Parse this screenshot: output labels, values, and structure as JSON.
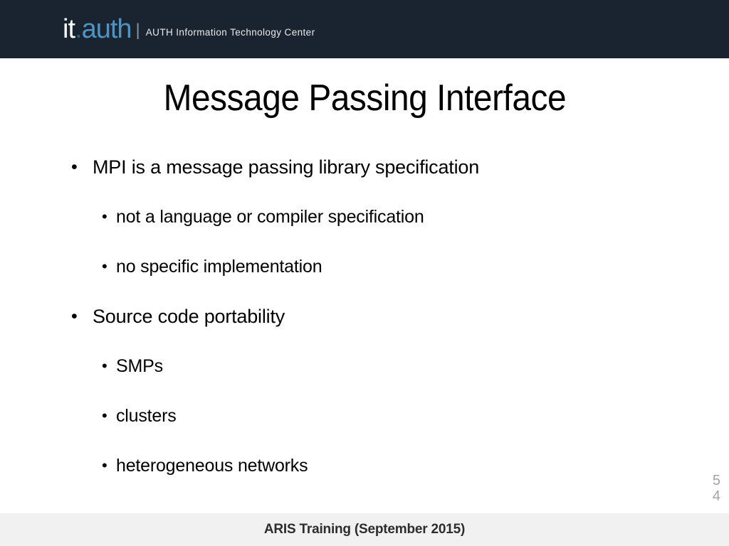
{
  "header": {
    "logo": {
      "it": "it",
      "dot": ".",
      "auth": "auth"
    },
    "separator": "|",
    "subtitle": "AUTH Information Technology Center"
  },
  "slide": {
    "title": "Message Passing Interface",
    "bullet_glyph": "•",
    "bullets": [
      {
        "level": 1,
        "text": "MPI is a message passing library specification"
      },
      {
        "level": 2,
        "text": "not a language or compiler specification"
      },
      {
        "level": 2,
        "text": "no specific implementation"
      },
      {
        "level": 1,
        "text": "Source code portability"
      },
      {
        "level": 2,
        "text": "SMPs"
      },
      {
        "level": 2,
        "text": "clusters"
      },
      {
        "level": 2,
        "text": "heterogeneous networks"
      }
    ]
  },
  "page_number": {
    "lines": [
      "5",
      "4"
    ]
  },
  "footer": {
    "text": "ARIS Training (September 2015)"
  },
  "colors": {
    "header_bg": "#1a2430",
    "logo_it": "#ffffff",
    "logo_dot": "#2c5a78",
    "logo_auth": "#4e93c4",
    "header_subtitle": "#e9eaec",
    "body_text": "#000000",
    "page_number": "#a3a3a3",
    "footer_bg": "#f1f1f1",
    "footer_text": "#2d2d2d"
  }
}
